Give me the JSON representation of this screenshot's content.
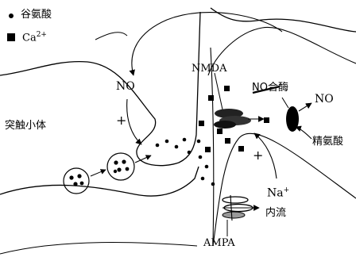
{
  "legend": {
    "glutamate": "谷氨酸",
    "calcium_base": "Ca",
    "calcium_charge": "2+"
  },
  "labels": {
    "no_left": "NO",
    "plus_left": "+",
    "presynaptic": "突触小体",
    "nmda": "NMDA",
    "no_synthase": "NO合酶",
    "no_right": "NO",
    "arginine": "精氨酸",
    "plus_right": "+",
    "sodium_base": "Na",
    "sodium_charge": "+",
    "influx": "内流",
    "ampa": "AMPA"
  }
}
